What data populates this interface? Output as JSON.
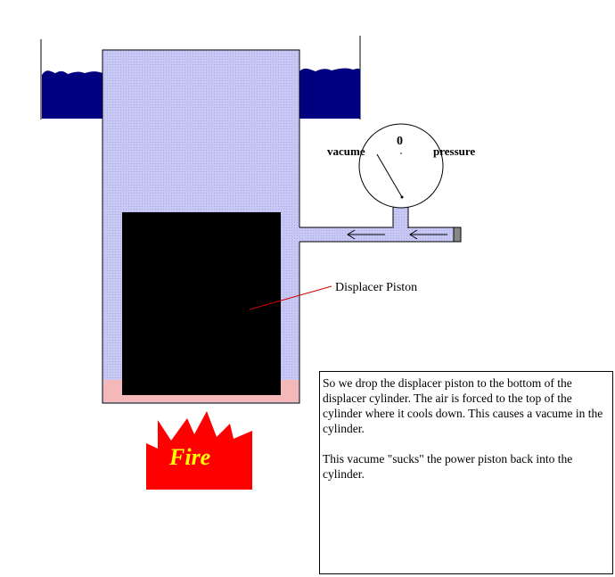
{
  "gauge": {
    "zero_label": "0",
    "vacuum_label": "vacume",
    "pressure_label": "pressure"
  },
  "labels": {
    "displacer_piston": "Displacer Piston",
    "fire": "Fire"
  },
  "caption": {
    "paragraph1": "So we drop the displacer piston to the bottom of the displacer cylinder. The air is forced to the top of the cylinder where it cools down. This causes a vacume in the cylinder.",
    "paragraph2": "This vacume \"sucks\" the power piston back into the cylinder."
  },
  "colors": {
    "cylinder_air": "#c8c8f4",
    "water": "#000080",
    "hot_zone": "#f4b8b8",
    "piston": "#000000",
    "fire": "#ff0000",
    "fire_text": "#ffff00",
    "pointer_line": "#cc0000"
  }
}
